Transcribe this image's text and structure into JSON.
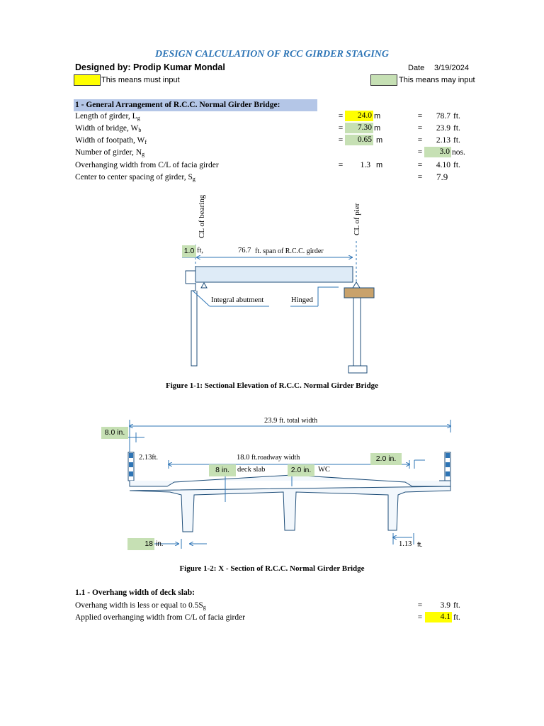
{
  "header": {
    "title": "DESIGN CALCULATION OF RCC GIRDER STAGING",
    "designed_by": "Designed by: Prodip Kumar Mondal",
    "date_label": "Date",
    "date_value": "3/19/2024",
    "must_input": "This means must input",
    "may_input": "This means may input"
  },
  "section1": {
    "heading": "1 - General Arrangement of R.C.C. Normal Girder Bridge:",
    "rows": [
      {
        "label": "Length of girder, L",
        "sub": "g",
        "eq": "=",
        "value": "24.0",
        "unit": "m",
        "eq2": "=",
        "value2": "78.7",
        "unit2": "ft."
      },
      {
        "label": "Width of bridge, W",
        "sub": "b",
        "eq": "=",
        "value": "7.30",
        "unit": "m",
        "eq2": "=",
        "value2": "23.9",
        "unit2": "ft."
      },
      {
        "label": "Width of footpath, W",
        "sub": "f",
        "eq": "=",
        "value": "0.65",
        "unit": "m",
        "eq2": "=",
        "value2": "2.13",
        "unit2": "ft."
      },
      {
        "label": "Number of girder, N",
        "sub": "g",
        "eq2": "=",
        "value2": "3.0",
        "unit2": "nos."
      },
      {
        "label": "Overhanging width from C/L of facia girder",
        "sub": "",
        "eq": "=",
        "value": "1.3",
        "unit": "m",
        "eq2": "=",
        "value2": "4.10",
        "unit2": "ft."
      },
      {
        "label": "Center to center spacing of girder, S",
        "sub": "g",
        "eq2": "=",
        "value2": "7.9",
        "unit2": ""
      }
    ]
  },
  "figure1": {
    "cl_bearing": "CL of bearing",
    "cl_pier": "CL of pier",
    "left_dim": "1.0",
    "left_dim_unit": "ft,",
    "span_value": "76.7",
    "span_text": "ft. span of R.C.C. girder",
    "integral": "Integral abutment",
    "hinged": "Hinged",
    "caption": "Figure 1-1: Sectional Elevation of R.C.C. Normal Girder Bridge"
  },
  "figure2": {
    "overhang": "8.0",
    "overhang_unit": "in.",
    "total_value": "23.9",
    "total_text": "ft. total width",
    "footpath": "2.13",
    "footpath_unit": "ft.",
    "roadway_value": "18.0",
    "roadway_text": "ft.roadway width",
    "right_value": "2.0",
    "right_unit": "in.",
    "slab_value": "8",
    "slab_unit": "in.",
    "slab_text": "deck slab",
    "wc_value": "2.0",
    "wc_unit": "in.",
    "wc_text": "WC",
    "web_value": "18",
    "web_unit": "in.",
    "edge_value": "1.13",
    "edge_unit": "ft.",
    "caption": "Figure 1-2: X - Section of R.C.C. Normal Girder Bridge"
  },
  "section11": {
    "heading": "1.1 - Overhang width of deck slab:",
    "row1_label": "Overhang width is less or equal to 0.5S",
    "row1_sub": "g",
    "row1_eq": "=",
    "row1_value": "3.9",
    "row1_unit": "ft.",
    "row2_label": "Applied overhanging width from C/L of facia girder",
    "row2_eq": "=",
    "row2_value": "4.1",
    "row2_unit": "ft."
  }
}
